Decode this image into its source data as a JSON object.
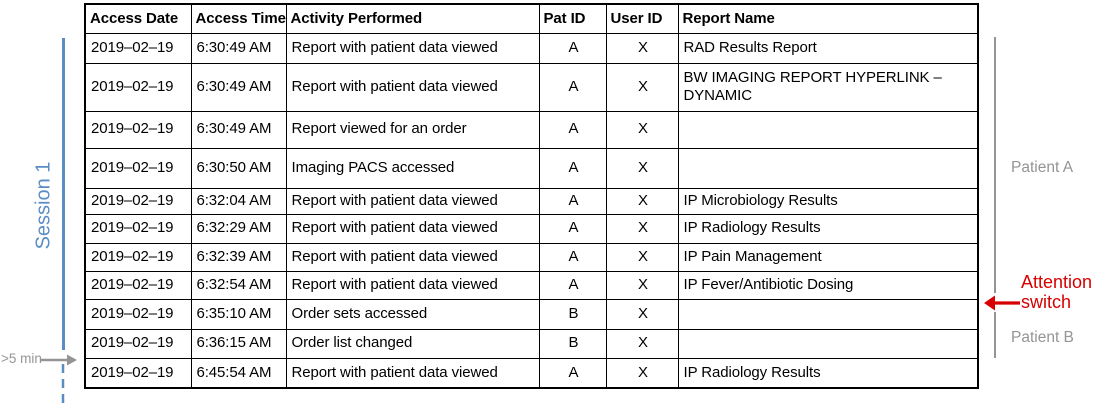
{
  "table": {
    "columns": [
      "Access Date",
      "Access Time",
      "Activity Performed",
      "Pat ID",
      "User ID",
      "Report Name"
    ],
    "rows": [
      {
        "date": "2019–02–19",
        "time": "6:30:49 AM",
        "activity": "Report with patient data viewed",
        "pat": "A",
        "user": "X",
        "report": "RAD Results Report"
      },
      {
        "date": "2019–02–19",
        "time": "6:30:49 AM",
        "activity": "Report with patient data viewed",
        "pat": "A",
        "user": "X",
        "report": "BW IMAGING REPORT HYPERLINK – DYNAMIC"
      },
      {
        "date": "2019–02–19",
        "time": "6:30:49 AM",
        "activity": "Report viewed for an order",
        "pat": "A",
        "user": "X",
        "report": ""
      },
      {
        "date": "2019–02–19",
        "time": "6:30:50 AM",
        "activity": "Imaging PACS accessed",
        "pat": "A",
        "user": "X",
        "report": ""
      },
      {
        "date": "2019–02–19",
        "time": "6:32:04 AM",
        "activity": "Report with patient data viewed",
        "pat": "A",
        "user": "X",
        "report": "IP Microbiology Results"
      },
      {
        "date": "2019–02–19",
        "time": "6:32:29 AM",
        "activity": "Report with patient data viewed",
        "pat": "A",
        "user": "X",
        "report": "IP Radiology Results"
      },
      {
        "date": "2019–02–19",
        "time": "6:32:39 AM",
        "activity": "Report with patient data viewed",
        "pat": "A",
        "user": "X",
        "report": "IP Pain Management"
      },
      {
        "date": "2019–02–19",
        "time": "6:32:54 AM",
        "activity": "Report with patient data viewed",
        "pat": "A",
        "user": "X",
        "report": "IP Fever/Antibiotic Dosing"
      },
      {
        "date": "2019–02–19",
        "time": "6:35:10 AM",
        "activity": "Order sets accessed",
        "pat": "B",
        "user": "X",
        "report": ""
      },
      {
        "date": "2019–02–19",
        "time": "6:36:15 AM",
        "activity": "Order list changed",
        "pat": "B",
        "user": "X",
        "report": ""
      },
      {
        "date": "2019–02–19",
        "time": "6:45:54 AM",
        "activity": "Report with patient data viewed",
        "pat": "A",
        "user": "X",
        "report": "IP Radiology Results"
      }
    ]
  },
  "annotations": {
    "session_label": "Session 1",
    "gap_label": ">5 min",
    "patient_a_label": "Patient A",
    "patient_b_label": "Patient B",
    "attention_label": "Attention switch"
  },
  "colors": {
    "session_blue": "#5b8dc5",
    "annotation_gray": "#949494",
    "attention_red": "#d60000",
    "table_border": "#000000"
  }
}
